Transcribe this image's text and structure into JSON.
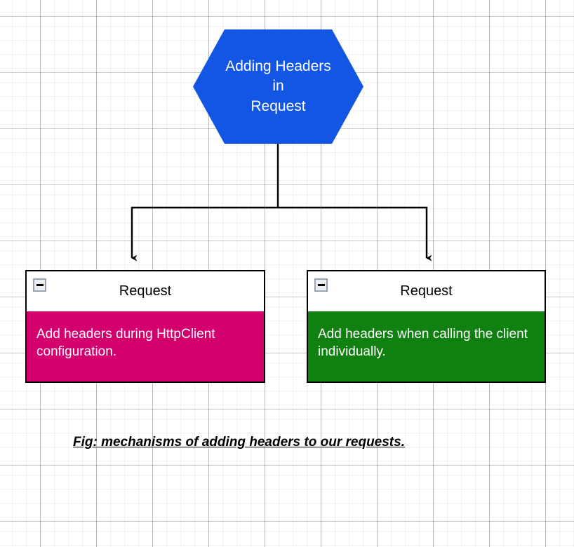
{
  "diagram": {
    "root_node": {
      "label": "Adding Headers in\nRequest",
      "shape": "hexagon",
      "fill_color": "#1256E3",
      "text_color": "#ffffff"
    },
    "branches": [
      {
        "header_title": "Request",
        "collapse_icon": "minus-icon",
        "body_text": "Add headers during HttpClient configuration.",
        "body_color": "#D4006E",
        "text_color": "#ffffff"
      },
      {
        "header_title": "Request",
        "collapse_icon": "minus-icon",
        "body_text": "Add headers when calling the client individually.",
        "body_color": "#108011",
        "text_color": "#ffffff"
      }
    ],
    "connector_color": "#000000"
  },
  "caption": {
    "text": "Fig: mechanisms of adding headers to our requests."
  }
}
